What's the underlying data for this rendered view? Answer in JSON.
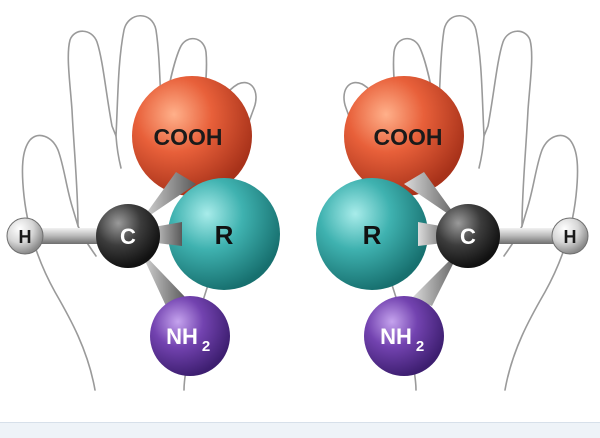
{
  "molecules": {
    "left": {
      "carbon": "C",
      "hydrogen": "H",
      "carboxyl": "COOH",
      "side_chain": "R",
      "amino_main": "NH",
      "amino_sub": "2"
    },
    "right": {
      "carbon": "C",
      "hydrogen": "H",
      "carboxyl": "COOH",
      "side_chain": "R",
      "amino_main": "NH",
      "amino_sub": "2"
    }
  },
  "colors": {
    "carboxyl": "#e0562e",
    "side_chain": "#35aaa8",
    "amino": "#6a3aa6",
    "carbon": "#3a3a3a",
    "hydrogen": "#d8d8d8",
    "hand_outline": "#9a9a9a"
  }
}
